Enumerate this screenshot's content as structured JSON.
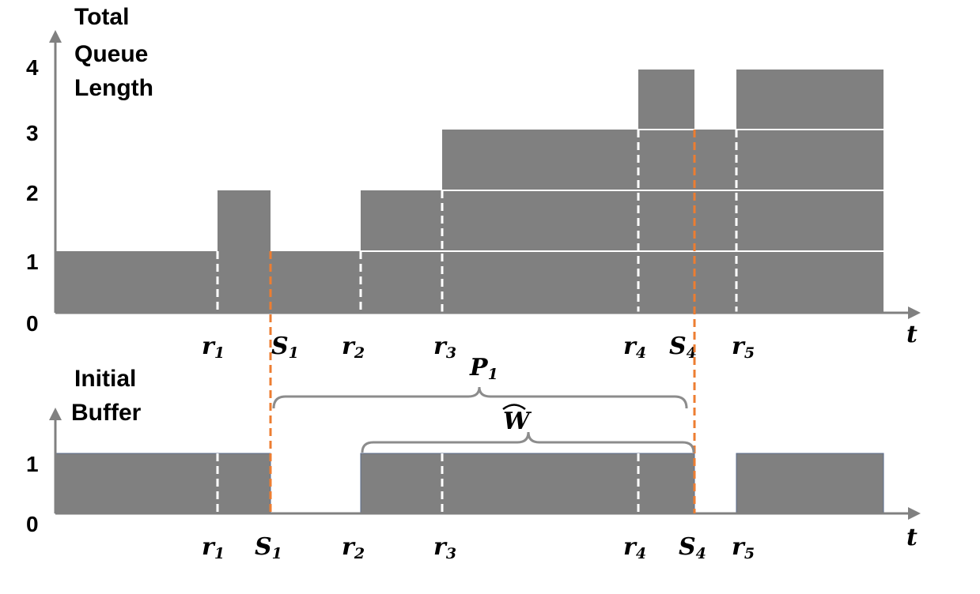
{
  "top_plot": {
    "ylabel_lines": [
      "Total",
      "Queue",
      "Length"
    ],
    "yticks": [
      "0",
      "1",
      "2",
      "3",
      "4"
    ],
    "axis_var": "t",
    "events": [
      {
        "letter": "r",
        "sub": "1"
      },
      {
        "letter": "S",
        "sub": "1"
      },
      {
        "letter": "r",
        "sub": "2"
      },
      {
        "letter": "r",
        "sub": "3"
      },
      {
        "letter": "r",
        "sub": "4"
      },
      {
        "letter": "S",
        "sub": "4"
      },
      {
        "letter": "r",
        "sub": "5"
      }
    ]
  },
  "bottom_plot": {
    "ylabel_lines": [
      "Initial",
      "Buffer"
    ],
    "yticks": [
      "0",
      "1"
    ],
    "axis_var": "t",
    "events": [
      {
        "letter": "r",
        "sub": "1"
      },
      {
        "letter": "S",
        "sub": "1"
      },
      {
        "letter": "r",
        "sub": "2"
      },
      {
        "letter": "r",
        "sub": "3"
      },
      {
        "letter": "r",
        "sub": "4"
      },
      {
        "letter": "S",
        "sub": "4"
      },
      {
        "letter": "r",
        "sub": "5"
      }
    ]
  },
  "braces": {
    "p": {
      "letter": "P",
      "sub": "1"
    },
    "w": {
      "letter": "W",
      "hat": "^"
    }
  },
  "colors": {
    "fill": "#808080",
    "axis": "#808080",
    "dashed_white": "#ffffff",
    "dashed_orange": "#ED7D31",
    "brace": "#8C8C8C"
  }
}
